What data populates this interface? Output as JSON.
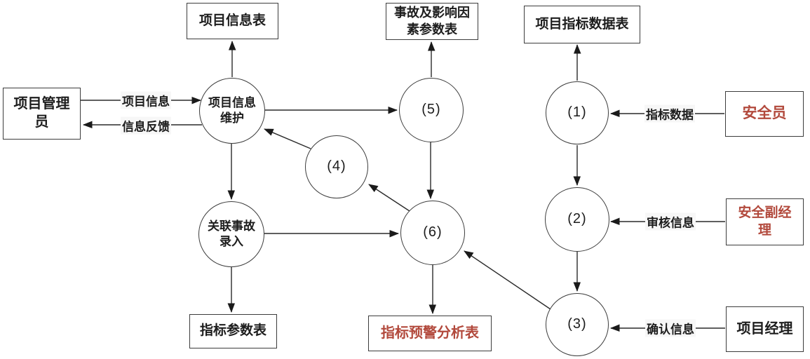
{
  "diagram_type": "data-flow-diagram",
  "colors": {
    "accent_red": "#b2493c",
    "line_color": "#2a2a2a",
    "background": "#ffffff"
  },
  "data_stores": {
    "project_info_table": "项目信息表",
    "accident_factor_table": "事故及影响因素参数表",
    "indicator_data_table": "项目指标数据表",
    "indicator_param_table": "指标参数表",
    "indicator_warning_table": "指标预警分析表"
  },
  "external_entities": {
    "project_admin": "项目管理员",
    "safety_officer": "安全员",
    "deputy_safety_manager": "安全副经理",
    "project_manager": "项目经理"
  },
  "processes": {
    "info_maintenance": "项目信息维护",
    "accident_entry": "关联事故录入",
    "p1": "(1)",
    "p2": "(2)",
    "p3": "(3)",
    "p4": "(4)",
    "p5": "(5)",
    "p6": "(6)"
  },
  "flow_labels": {
    "project_info": "项目信息",
    "info_feedback": "信息反馈",
    "indicator_data": "指标数据",
    "review_info": "审核信息",
    "confirm_info": "确认信息"
  }
}
